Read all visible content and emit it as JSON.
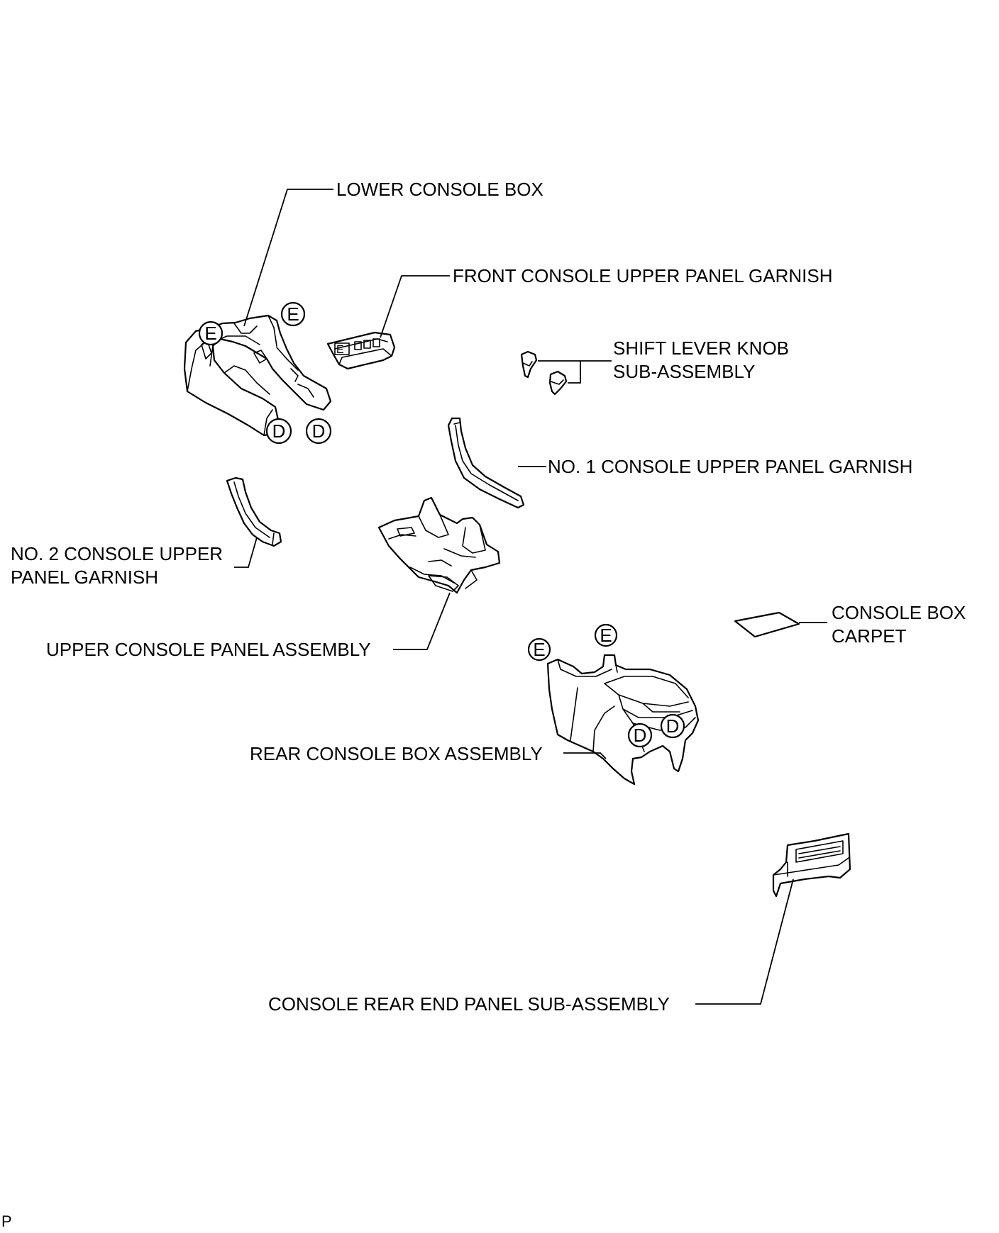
{
  "labels": {
    "lower_console_box": "LOWER CONSOLE BOX",
    "front_console_upper_panel_garnish": "FRONT CONSOLE UPPER PANEL GARNISH",
    "shift_lever_knob_line1": "SHIFT LEVER KNOB",
    "shift_lever_knob_line2": "SUB-ASSEMBLY",
    "no1_console_upper_panel_garnish": "NO. 1 CONSOLE UPPER PANEL GARNISH",
    "no2_console_upper_panel_garnish_line1": "NO. 2 CONSOLE UPPER",
    "no2_console_upper_panel_garnish_line2": "PANEL GARNISH",
    "upper_console_panel_assembly": "UPPER CONSOLE PANEL ASSEMBLY",
    "console_box_carpet_line1": "CONSOLE BOX",
    "console_box_carpet_line2": "CARPET",
    "rear_console_box_assembly": "REAR CONSOLE BOX ASSEMBLY",
    "console_rear_end_panel_sub_assembly": "CONSOLE REAR END PANEL SUB-ASSEMBLY"
  },
  "callouts": {
    "e": "E",
    "d": "D"
  },
  "corner_mark": "P"
}
